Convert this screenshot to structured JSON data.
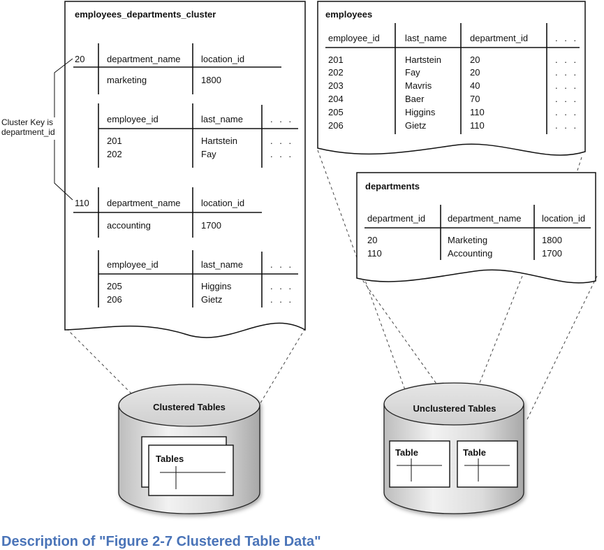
{
  "cluster_doc": {
    "title": "employees_departments_cluster",
    "cluster_key_note": [
      "Cluster Key is",
      "department_id"
    ],
    "groups": [
      {
        "key": "20",
        "dept_headers": [
          "department_name",
          "location_id"
        ],
        "dept_values": [
          "marketing",
          "1800"
        ],
        "emp_headers": [
          "employee_id",
          "last_name",
          ". . ."
        ],
        "emp_rows": [
          [
            "201",
            "Hartstein"
          ],
          [
            "202",
            "Fay"
          ]
        ],
        "row_dots": ". . ."
      },
      {
        "key": "110",
        "dept_headers": [
          "department_name",
          "location_id"
        ],
        "dept_values": [
          "accounting",
          "1700"
        ],
        "emp_headers": [
          "employee_id",
          "last_name",
          ". . ."
        ],
        "emp_rows": [
          [
            "205",
            "Higgins"
          ],
          [
            "206",
            "Gietz"
          ]
        ],
        "row_dots": ". . ."
      }
    ]
  },
  "employees_doc": {
    "title": "employees",
    "headers": [
      "employee_id",
      "last_name",
      "department_id",
      ". . ."
    ],
    "rows": [
      [
        "201",
        "Hartstein",
        "20"
      ],
      [
        "202",
        "Fay",
        "20"
      ],
      [
        "203",
        "Mavris",
        "40"
      ],
      [
        "204",
        "Baer",
        "70"
      ],
      [
        "205",
        "Higgins",
        "110"
      ],
      [
        "206",
        "Gietz",
        "110"
      ]
    ],
    "row_dots": ". . ."
  },
  "departments_doc": {
    "title": "departments",
    "headers": [
      "department_id",
      "department_name",
      "location_id"
    ],
    "rows": [
      [
        "20",
        "Marketing",
        "1800"
      ],
      [
        "110",
        "Accounting",
        "1700"
      ]
    ]
  },
  "clustered_cylinder": {
    "label": "Clustered Tables",
    "inner_label": "Tables"
  },
  "unclustered_cylinder": {
    "label": "Unclustered Tables",
    "table_labels": [
      "Table",
      "Table"
    ]
  },
  "caption": "Description of \"Figure 2-7 Clustered Table Data\""
}
